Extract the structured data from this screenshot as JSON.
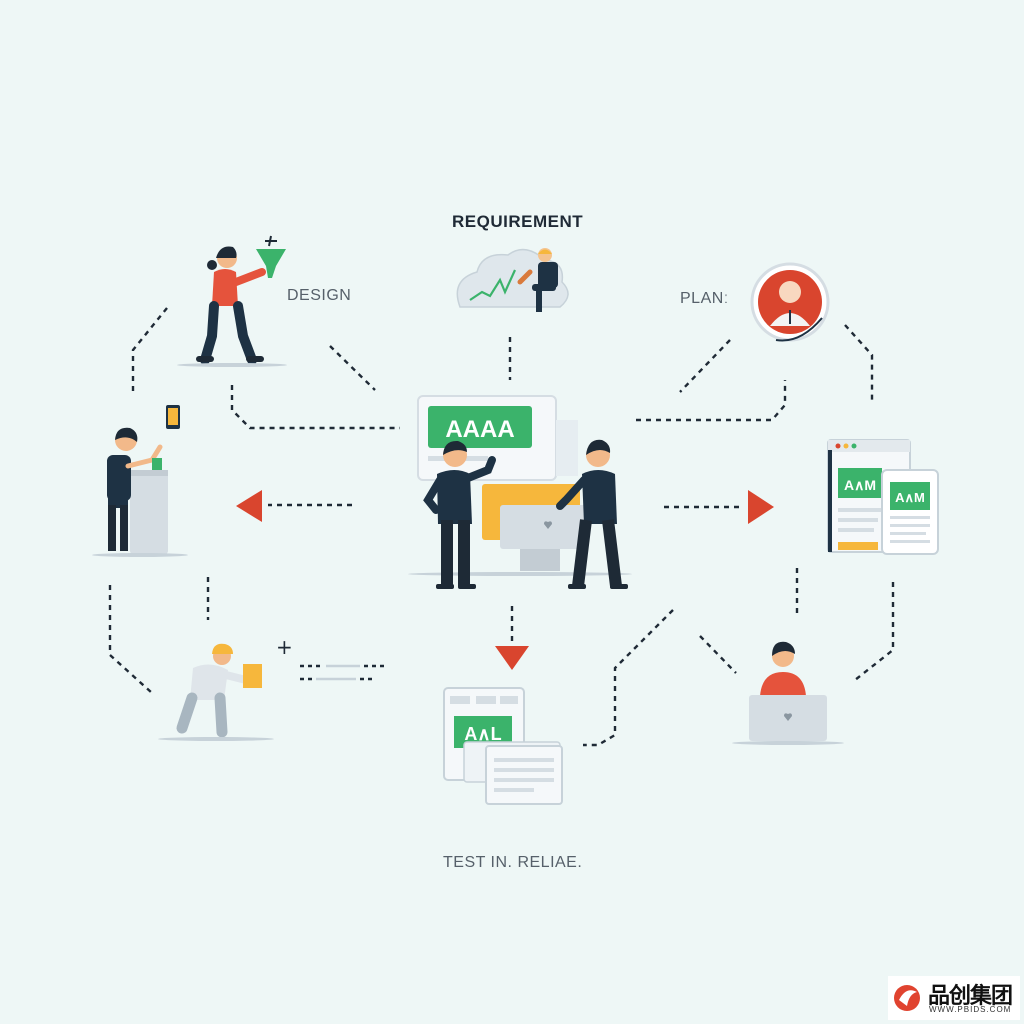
{
  "diagram": {
    "labels": {
      "requirement": "REQUIREMENT",
      "design": "DESIGN",
      "plan": "PLANː",
      "test_release": "TEST IN. RELIAE."
    },
    "center_screen_text": "AAAA",
    "right_window_texts": [
      "A∧M",
      "A∧M"
    ],
    "bottom_window_text": "A∧L",
    "plus_sign": "+",
    "logo": {
      "name": "品创集团",
      "url": "WWW.PBIDS.COM"
    },
    "colors": {
      "background": "#eef7f6",
      "accent_red": "#d9452e",
      "accent_green": "#3bb36b",
      "accent_yellow": "#f6b73c",
      "dark_navy": "#1e3244",
      "light_gray": "#d5dde3"
    }
  }
}
